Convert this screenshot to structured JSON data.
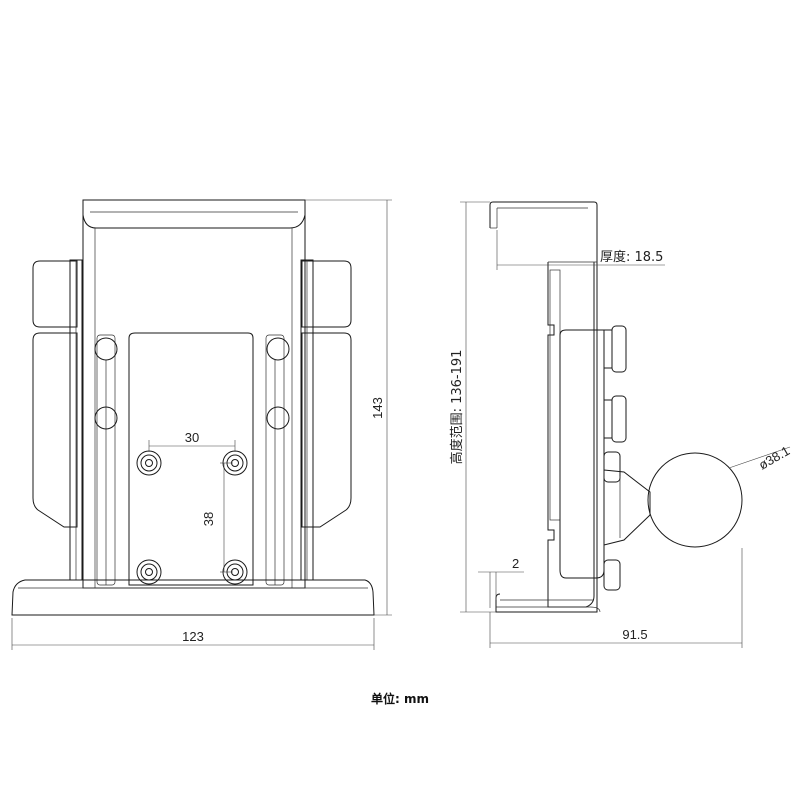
{
  "front_view": {
    "width_label": "123",
    "height_label": "143",
    "hole_spacing_h_label": "30",
    "hole_spacing_v_label": "38"
  },
  "side_view": {
    "height_range_label": "高度范围: 136-191",
    "thickness_label": "厚度: 18.5",
    "lip_label": "2",
    "depth_label": "91.5",
    "ball_label": "ø38.1"
  },
  "unit_note": "单位: mm"
}
